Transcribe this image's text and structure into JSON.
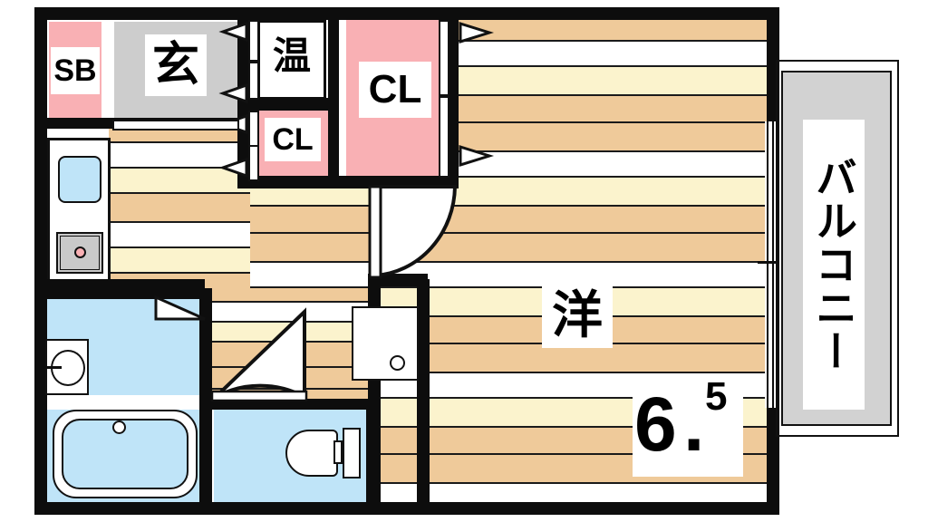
{
  "plan": {
    "title": "Japanese apartment floor plan (madori)",
    "layout_type": "1K",
    "background": "#ffffff",
    "wall_color": "#0d0d0d"
  },
  "colors": {
    "wall": "#0d0d0d",
    "closet_pink": "#f9b0b4",
    "entry_gray": "#cdcdcd",
    "balcony_gray": "#d2d2d2",
    "water_blue": "#bfe4f8",
    "floor_tan": "#efca9a",
    "floor_cream": "#fbf3cd",
    "floor_white": "#ffffff",
    "stove_gray": "#c9c9c9",
    "burner_pink": "#f9b0b4"
  },
  "rooms": [
    {
      "id": "shoe-box",
      "label": "SB",
      "name_en": "shoe box",
      "fill": "#f9b0b4",
      "label_orientation": "horizontal"
    },
    {
      "id": "entrance",
      "label": "玄",
      "name_en": "entrance / genkan",
      "fill": "#cdcdcd",
      "label_orientation": "horizontal"
    },
    {
      "id": "water-heater",
      "label": "温",
      "name_en": "water heater",
      "fill": "#ffffff",
      "label_orientation": "horizontal"
    },
    {
      "id": "closet-small",
      "label": "CL",
      "name_en": "closet",
      "fill": "#f9b0b4",
      "label_orientation": "horizontal"
    },
    {
      "id": "closet-large",
      "label": "CL",
      "name_en": "closet",
      "fill": "#f9b0b4",
      "label_orientation": "horizontal"
    },
    {
      "id": "western-room",
      "label": "洋",
      "name_en": "western style room",
      "fill": "wood-stripes",
      "label_orientation": "horizontal"
    },
    {
      "id": "balcony",
      "label": "バルコニー",
      "name_en": "balcony",
      "fill": "#d2d2d2",
      "label_orientation": "vertical"
    },
    {
      "id": "bathroom",
      "label": "",
      "name_en": "bath / washroom",
      "fill": "#bfe4f8",
      "label_orientation": "none"
    },
    {
      "id": "toilet",
      "label": "",
      "name_en": "toilet",
      "fill": "#bfe4f8",
      "label_orientation": "none"
    },
    {
      "id": "kitchen",
      "label": "",
      "name_en": "kitchen",
      "fill": "#ffffff",
      "label_orientation": "none"
    }
  ],
  "area": {
    "value_main": "6",
    "decimal_point": ".",
    "value_sup": "5",
    "unit_implied": "tatami (jo)",
    "room": "洋"
  },
  "fixtures": [
    {
      "id": "kitchen-sink",
      "name_en": "kitchen sink",
      "fill": "#bfe4f8"
    },
    {
      "id": "stove",
      "name_en": "gas stove",
      "fill": "#c9c9c9"
    },
    {
      "id": "stove-burner",
      "name_en": "burner ring",
      "fill": "#f9b0b4"
    },
    {
      "id": "washbasin",
      "name_en": "wash basin / vanity",
      "fill": "#ffffff"
    },
    {
      "id": "bathtub",
      "name_en": "bathtub",
      "fill": "#bfe4f8"
    },
    {
      "id": "bathtub-drain",
      "name_en": "bathtub drain",
      "fill": "#ffffff"
    },
    {
      "id": "toilet-bowl",
      "name_en": "toilet bowl",
      "fill": "#ffffff"
    },
    {
      "id": "washer-space",
      "name_en": "washing machine space",
      "fill": "#ffffff"
    },
    {
      "id": "washer-drain",
      "name_en": "washer drain",
      "fill": "#ffffff"
    }
  ],
  "openings": [
    {
      "id": "entry-door",
      "type": "hinged-door",
      "name_en": "entrance door"
    },
    {
      "id": "room-door",
      "type": "hinged-door",
      "name_en": "western room door"
    },
    {
      "id": "bath-door",
      "type": "hinged-door",
      "name_en": "bathroom door"
    },
    {
      "id": "balcony-slider",
      "type": "sliding-glass-door",
      "name_en": "balcony sliding door"
    },
    {
      "id": "sliding-marker",
      "type": "sliding-direction-arrow",
      "name_en": "sliding door arrow"
    }
  ]
}
